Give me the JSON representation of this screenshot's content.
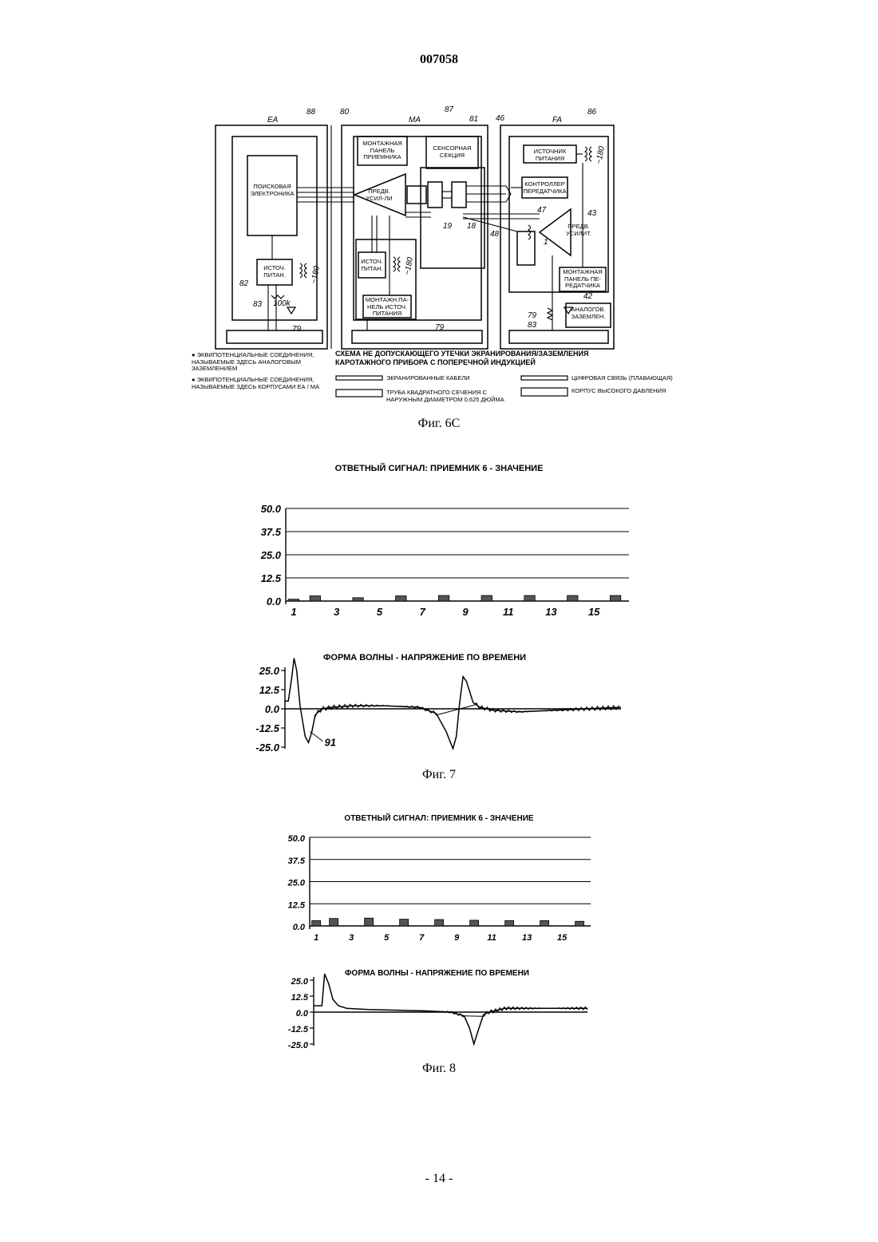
{
  "header": {
    "doc_number": "007058",
    "page_number": "- 14 -"
  },
  "fig6c": {
    "caption": "Фиг. 6С",
    "sections": {
      "ea": "EA",
      "ma": "MA",
      "fa": "FA"
    },
    "blocks": {
      "search_electronics": "ПОИСКОВАЯ ЭЛЕКТРОНИКА",
      "ea_power": "ИСТОЧ. ПИТАН.",
      "receiver_panel": "МОНТАЖНАЯ ПАНЕЛЬ ПРИЕМНИКА",
      "sensor_section": "СЕНСОРНАЯ СЕКЦИЯ",
      "preamp_ma": "ПРЕДВ. УСИЛ-ЛИ",
      "ma_power": "ИСТОЧ. ПИТАН.",
      "ma_power_panel": "МОНТАЖН.ПА- НЕЛЬ ИСТОЧ. ПИТАНИЯ",
      "fa_power": "ИСТОЧНИК ПИТАНИЯ",
      "tx_controller": "КОНТРОЛЛЕР ПЕРЕДАТЧИКА",
      "preamp_fa": "ПРЕДВ. УСИЛИТ.",
      "tx_panel": "МОНТАЖНАЯ ПАНЕЛЬ ПЕ- РЕДАТЧИКА",
      "analog_ground": "АНАЛОГОВ. ЗАЗЕМЛЕН."
    },
    "refs": {
      "r88": "88",
      "r80": "80",
      "r87": "87",
      "r81": "81",
      "r46": "46",
      "r86": "86",
      "r180a": "~180",
      "r180b": "~180",
      "r180c": "~180",
      "r19": "19",
      "r18": "18",
      "r47": "47",
      "r43": "43",
      "r48": "48",
      "r1": "1",
      "r82": "82",
      "r83a": "83",
      "r100k": "100k",
      "r79a": "79",
      "r79b": "79",
      "r79c": "79",
      "r83b": "83",
      "r42": "42"
    },
    "legend": {
      "left1": "ЭКВИПОТЕНЦИАЛЬНЫЕ СОЕДИНЕНИЯ, НАЗЫВАЕМЫЕ ЗДЕСЬ АНАЛОГОВЫМ ЗАЗЕМЛЕНИЕМ",
      "left2": "ЭКВИПОТЕНЦИАЛЬНЫЕ СОЕДИНЕНИЯ, НАЗЫВАЕМЫЕ ЗДЕСЬ КОРПУСАМИ ЕА / МА",
      "title": "СХЕМА НЕ ДОПУСКАЮЩЕГО УТЕЧКИ ЭКРАНИРОВАНИЯ/ЗАЗЕМЛЕНИЯ КАРОТАЖНОГО ПРИБОРА С ПОПЕРЕЧНОЙ ИНДУКЦИЕЙ",
      "shielded": "ЭКРАНИРОВАННЫЕ КАБЕЛИ",
      "tube": "ТРУБА КВАДРАТНОГО СЕЧЕНИЯ С НАРУЖНЫМ ДИАМЕТРОМ 0,625 ДЮЙМА",
      "digital": "ЦИФРОВАЯ СВЯЗЬ (ПЛАВАЮЩАЯ)",
      "housing": "КОРПУС ВЫСОКОГО ДАВЛЕНИЯ"
    }
  },
  "fig7": {
    "caption": "Фиг. 7",
    "bar_title": "ОТВЕТНЫЙ СИГНАЛ: ПРИЕМНИК 6 - ЗНАЧЕНИЕ",
    "wave_title": "ФОРМА ВОЛНЫ - НАПРЯЖЕНИЕ ПО ВРЕМЕНИ",
    "wave_ref": "91"
  },
  "fig8": {
    "caption": "Фиг. 8",
    "bar_title": "ОТВЕТНЫЙ СИГНАЛ: ПРИЕМНИК 6 - ЗНАЧЕНИЕ",
    "wave_title": "ФОРМА ВОЛНЫ - НАПРЯЖЕНИЕ ПО ВРЕМЕНИ"
  },
  "chart_data": [
    {
      "type": "bar",
      "title": "ОТВЕТНЫЙ СИГНАЛ: ПРИЕМНИК 6 - ЗНАЧЕНИЕ",
      "x": [
        1,
        2,
        3,
        4,
        5,
        6,
        7,
        8,
        9,
        10,
        11,
        12,
        13,
        14,
        15,
        16
      ],
      "xtick_labels": [
        "1",
        "3",
        "5",
        "7",
        "9",
        "11",
        "13",
        "15"
      ],
      "xtick_values": [
        1,
        3,
        5,
        7,
        9,
        11,
        13,
        15
      ],
      "values": [
        1.0,
        2.8,
        0,
        1.8,
        0,
        2.8,
        0,
        3.0,
        0,
        3.0,
        0,
        3.0,
        0,
        3.0,
        0,
        3.0
      ],
      "yticks": [
        "0.0",
        "12.5",
        "25.0",
        "37.5",
        "50.0"
      ],
      "ylim": [
        0,
        50
      ],
      "grid": true
    },
    {
      "type": "line",
      "title": "ФОРМА ВОЛНЫ - НАПРЯЖЕНИЕ ПО ВРЕМЕНИ",
      "yticks": [
        "-25.0",
        "-12.5",
        "0.0",
        "12.5",
        "25.0"
      ],
      "ylim": [
        -25,
        25
      ],
      "x": [
        0,
        1,
        2,
        2.7,
        3.5,
        4.5,
        6,
        7,
        8,
        9,
        11,
        14,
        20,
        30,
        40,
        45,
        48,
        50,
        51,
        52,
        53,
        54,
        56,
        58,
        62,
        70,
        80,
        90,
        100
      ],
      "y": [
        5,
        5,
        20,
        33,
        25,
        2,
        -18,
        -22,
        -15,
        -4,
        0,
        1,
        2,
        2,
        1,
        -3,
        -15,
        -26,
        -18,
        4,
        21,
        18,
        4,
        1,
        -1,
        -2,
        -1,
        0,
        1
      ]
    },
    {
      "type": "bar",
      "title": "ОТВЕТНЫЙ СИГНАЛ: ПРИЕМНИК 6 - ЗНАЧЕНИЕ",
      "x": [
        1,
        2,
        3,
        4,
        5,
        6,
        7,
        8,
        9,
        10,
        11,
        12,
        13,
        14,
        15,
        16
      ],
      "xtick_labels": [
        "1",
        "3",
        "5",
        "7",
        "9",
        "11",
        "13",
        "15"
      ],
      "xtick_values": [
        1,
        3,
        5,
        7,
        9,
        11,
        13,
        15
      ],
      "values": [
        3.0,
        4.2,
        0,
        4.4,
        0,
        3.8,
        0,
        3.6,
        0,
        3.2,
        0,
        3.0,
        0,
        3.0,
        0,
        2.6
      ],
      "yticks": [
        "0.0",
        "12.5",
        "25.0",
        "37.5",
        "50.0"
      ],
      "ylim": [
        0,
        50
      ],
      "grid": true
    },
    {
      "type": "line",
      "title": "ФОРМА ВОЛНЫ - НАПРЯЖЕНИЕ ПО ВРЕМЕНИ",
      "yticks": [
        "-25.0",
        "-12.5",
        "0.0",
        "12.5",
        "25.0"
      ],
      "ylim": [
        -25,
        25
      ],
      "x": [
        0,
        2,
        3,
        4,
        5.5,
        7,
        9,
        12,
        20,
        40,
        50,
        55,
        57,
        58.5,
        60,
        62,
        64,
        70,
        85,
        100
      ],
      "y": [
        5,
        5,
        5,
        30,
        22,
        10,
        5,
        3,
        2,
        1,
        0,
        -3,
        -13,
        -25,
        -15,
        -2,
        0,
        3,
        3,
        3
      ]
    }
  ]
}
